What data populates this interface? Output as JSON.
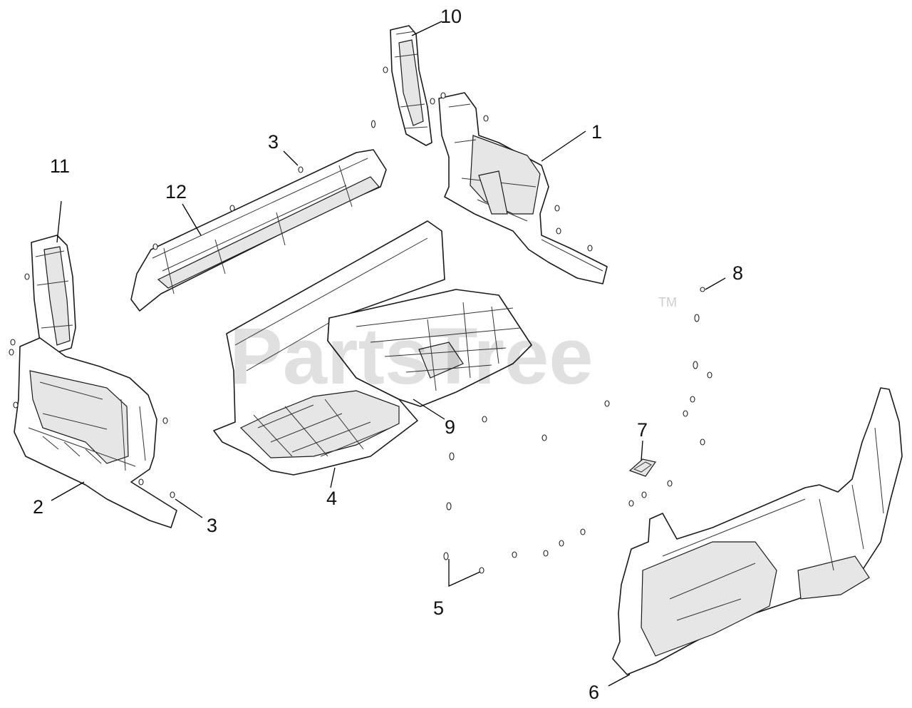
{
  "watermark": {
    "text": "PartsTree",
    "trademark": "TM"
  },
  "callouts": [
    {
      "id": "c10",
      "label": "10"
    },
    {
      "id": "c1",
      "label": "1"
    },
    {
      "id": "c3a",
      "label": "3"
    },
    {
      "id": "c12",
      "label": "12"
    },
    {
      "id": "c11",
      "label": "11"
    },
    {
      "id": "c8",
      "label": "8"
    },
    {
      "id": "c9",
      "label": "9"
    },
    {
      "id": "c7",
      "label": "7"
    },
    {
      "id": "c2",
      "label": "2"
    },
    {
      "id": "c3b",
      "label": "3"
    },
    {
      "id": "c4",
      "label": "4"
    },
    {
      "id": "c5",
      "label": "5"
    },
    {
      "id": "c6",
      "label": "6"
    }
  ]
}
